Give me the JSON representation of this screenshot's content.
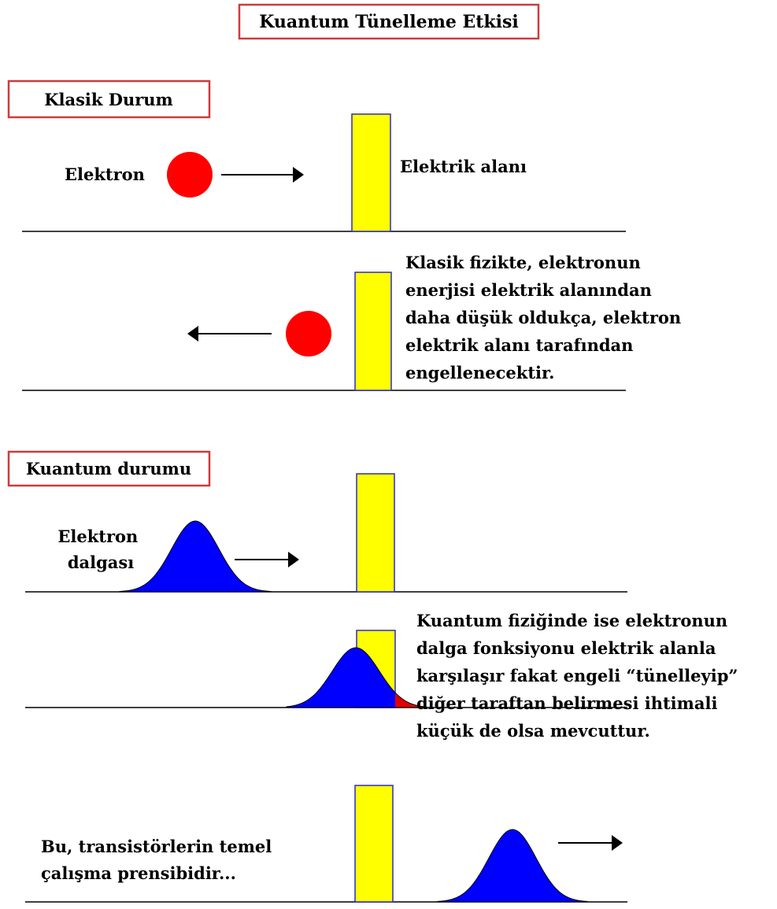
{
  "title": "Kuantum Tünelleme Etkisi",
  "classical": {
    "heading": "Klasik Durum",
    "electron_label": "Elektron",
    "field_label": "Elektrik alanı",
    "explanation": [
      "Klasik fizikte, elektronun",
      "enerjisi elektrik alanından",
      "daha düşük oldukça, elektron",
      "elektrik alanı tarafından",
      "engellenecektir."
    ]
  },
  "quantum": {
    "heading": "Kuantum durumu",
    "wave_label": [
      "Elektron",
      "dalgası"
    ],
    "explanation": [
      "Kuantum fiziğinde ise elektronun",
      "dalga fonksiyonu elektrik alanla",
      "karşılaşır fakat engeli “tünelleyip”",
      "diğer taraftan belirmesi ihtimali",
      "küçük de olsa mevcuttur."
    ],
    "conclusion": [
      "Bu, transistörlerin temel",
      "çalışma prensibidir..."
    ]
  },
  "colors": {
    "frame": "#d03a3a",
    "electron": "#ff0000",
    "wave": "#0000ff",
    "barrier_fill": "#ffff00",
    "barrier_stroke": "#2a2acc",
    "tunnel": "#e00000"
  }
}
